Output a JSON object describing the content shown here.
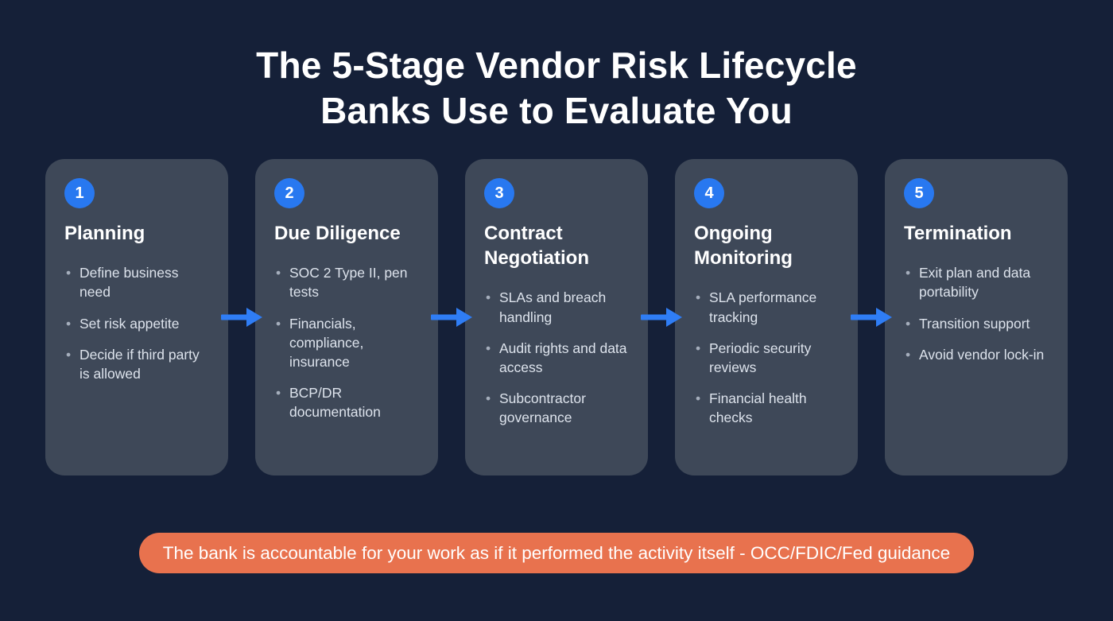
{
  "title": {
    "line1": "The 5-Stage Vendor Risk Lifecycle",
    "line2": "Banks Use to Evaluate You"
  },
  "colors": {
    "background": "#152038",
    "card_background": "#3e4858",
    "accent_blue": "#2878f0",
    "arrow_blue": "#2f7df5",
    "banner_orange": "#e8724e",
    "text_primary": "#ffffff",
    "text_secondary": "#dde3ec"
  },
  "stages": [
    {
      "number": "1",
      "title": "Planning",
      "bullets": [
        "Define business need",
        "Set risk appetite",
        "Decide if third party is allowed"
      ]
    },
    {
      "number": "2",
      "title": "Due Diligence",
      "bullets": [
        "SOC 2 Type II, pen tests",
        "Financials, compliance, insurance",
        "BCP/DR documentation"
      ]
    },
    {
      "number": "3",
      "title": "Contract Negotiation",
      "bullets": [
        "SLAs and breach handling",
        "Audit rights and data access",
        "Subcontractor governance"
      ]
    },
    {
      "number": "4",
      "title": "Ongoing Monitoring",
      "bullets": [
        "SLA performance tracking",
        "Periodic security reviews",
        "Financial health checks"
      ]
    },
    {
      "number": "5",
      "title": "Termination",
      "bullets": [
        "Exit plan and data portability",
        "Transition support",
        "Avoid vendor lock-in"
      ]
    }
  ],
  "banner": {
    "text": "The bank is accountable for your work as if it performed the activity itself - OCC/FDIC/Fed guidance"
  }
}
